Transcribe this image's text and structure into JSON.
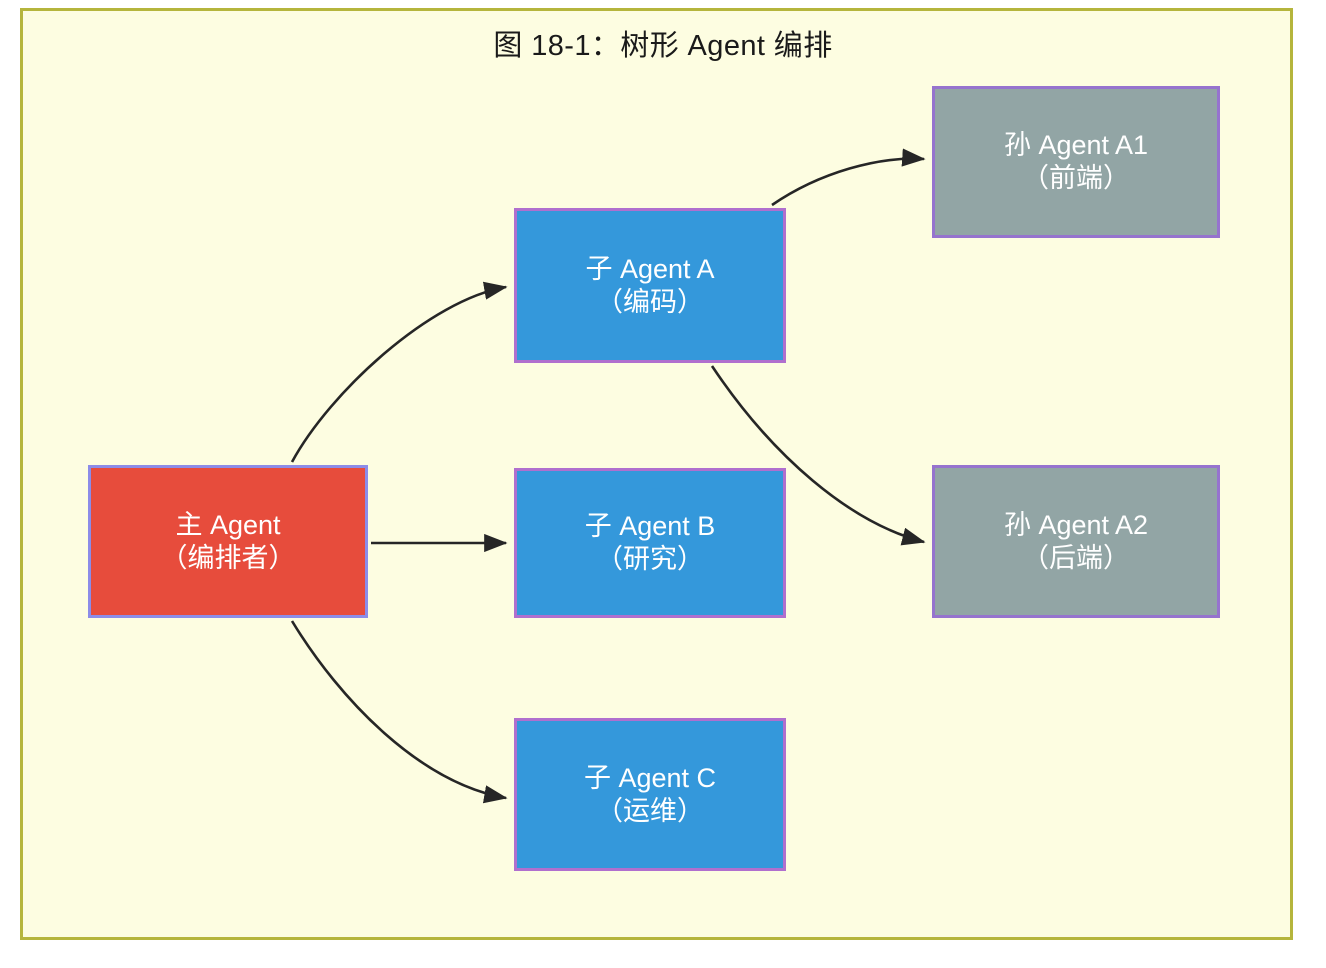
{
  "title": "图 18-1：树形 Agent 编排",
  "colors": {
    "canvas_background": "#fdfde1",
    "canvas_border": "#b5b53c",
    "root_fill": "#e74c3c",
    "root_border": "#8c8ce8",
    "child_fill": "#3498db",
    "child_border": "#b06fce",
    "grandchild_fill": "#92a5a5",
    "grandchild_border": "#9673ce",
    "edge_stroke": "#262626",
    "node_text": "#ffffff",
    "title_text": "#1a1a1a"
  },
  "nodes": {
    "root": {
      "line1": "主 Agent",
      "line2": "（编排者）"
    },
    "child_a": {
      "line1": "子 Agent A",
      "line2": "（编码）"
    },
    "child_b": {
      "line1": "子 Agent B",
      "line2": "（研究）"
    },
    "child_c": {
      "line1": "子 Agent C",
      "line2": "（运维）"
    },
    "grandchild_a1": {
      "line1": "孙 Agent A1",
      "line2": "（前端）"
    },
    "grandchild_a2": {
      "line1": "孙 Agent A2",
      "line2": "（后端）"
    }
  },
  "edges": [
    {
      "id": "root-to-child-a",
      "from": "主 Agent",
      "to": "子 Agent A",
      "style": "curved",
      "arrow": true
    },
    {
      "id": "root-to-child-b",
      "from": "主 Agent",
      "to": "子 Agent B",
      "style": "straight",
      "arrow": true
    },
    {
      "id": "root-to-child-c",
      "from": "主 Agent",
      "to": "子 Agent C",
      "style": "curved",
      "arrow": true
    },
    {
      "id": "child-a-to-grandchild-a1",
      "from": "子 Agent A",
      "to": "孙 Agent A1",
      "style": "curved",
      "arrow": true
    },
    {
      "id": "child-a-to-grandchild-a2",
      "from": "子 Agent A",
      "to": "孙 Agent A2",
      "style": "curved",
      "arrow": true
    }
  ]
}
